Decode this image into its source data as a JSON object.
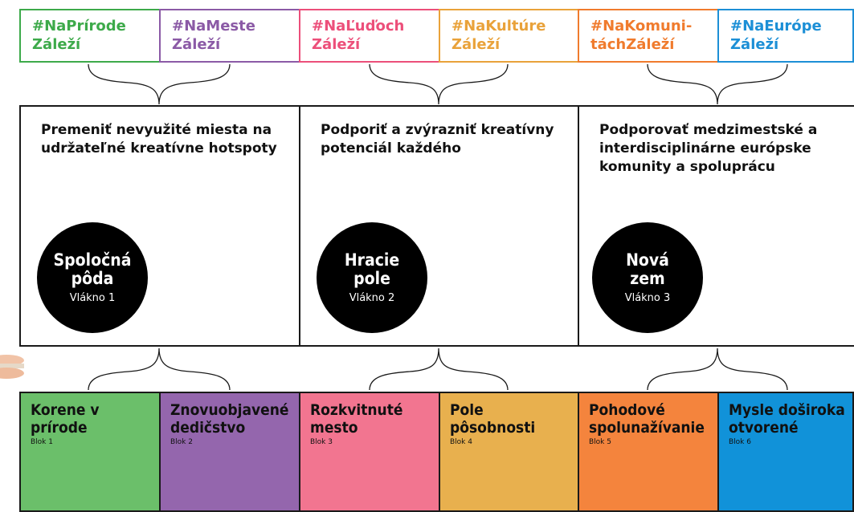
{
  "tags": [
    {
      "line1": "#NaPrírode",
      "line2": "Záleží",
      "color": "#3daa4a"
    },
    {
      "line1": "#NaMeste",
      "line2": "Záleží",
      "color": "#8b5aa6"
    },
    {
      "line1": "#NaĽuďoch",
      "line2": "Záleží",
      "color": "#ec4f7a"
    },
    {
      "line1": "#NaKultúre",
      "line2": "Záleží",
      "color": "#e9a23a"
    },
    {
      "line1": "#NaKomuni-",
      "line2": "táchZáleží",
      "color": "#f07b2d"
    },
    {
      "line1": "#NaEurópe",
      "line2": "Záleží",
      "color": "#1c8fd6"
    }
  ],
  "threads": [
    {
      "description": "Premeniť nevyužité miesta na udržateľné kreatívne hotspoty",
      "name": "Spoločná\npôda",
      "label": "Vlákno 1"
    },
    {
      "description": "Podporiť a zvýrazniť kreatívny potenciál  každého",
      "name": "Hracie\npole",
      "label": "Vlákno 2"
    },
    {
      "description": "Podporovať medzimestské a interdisciplinárne európske komunity a spoluprácu",
      "name": "Nová\nzem",
      "label": "Vlákno 3"
    }
  ],
  "blocks": [
    {
      "title": "Korene v\nprírode",
      "label": "Blok 1",
      "color": "#6bbf6a"
    },
    {
      "title": "Znovuobjavené\ndedičstvo",
      "label": "Blok 2",
      "color": "#9466ad"
    },
    {
      "title": "Rozkvitnuté\nmesto",
      "label": "Blok 3",
      "color": "#f27590"
    },
    {
      "title": "Pole\npôsobnosti",
      "label": "Blok 4",
      "color": "#e8b04e"
    },
    {
      "title": "Pohodové\nspolunažívanie",
      "label": "Blok 5",
      "color": "#f4843d"
    },
    {
      "title": "Mysle doširoka\notvorené",
      "label": "Blok 6",
      "color": "#1192d9"
    }
  ]
}
